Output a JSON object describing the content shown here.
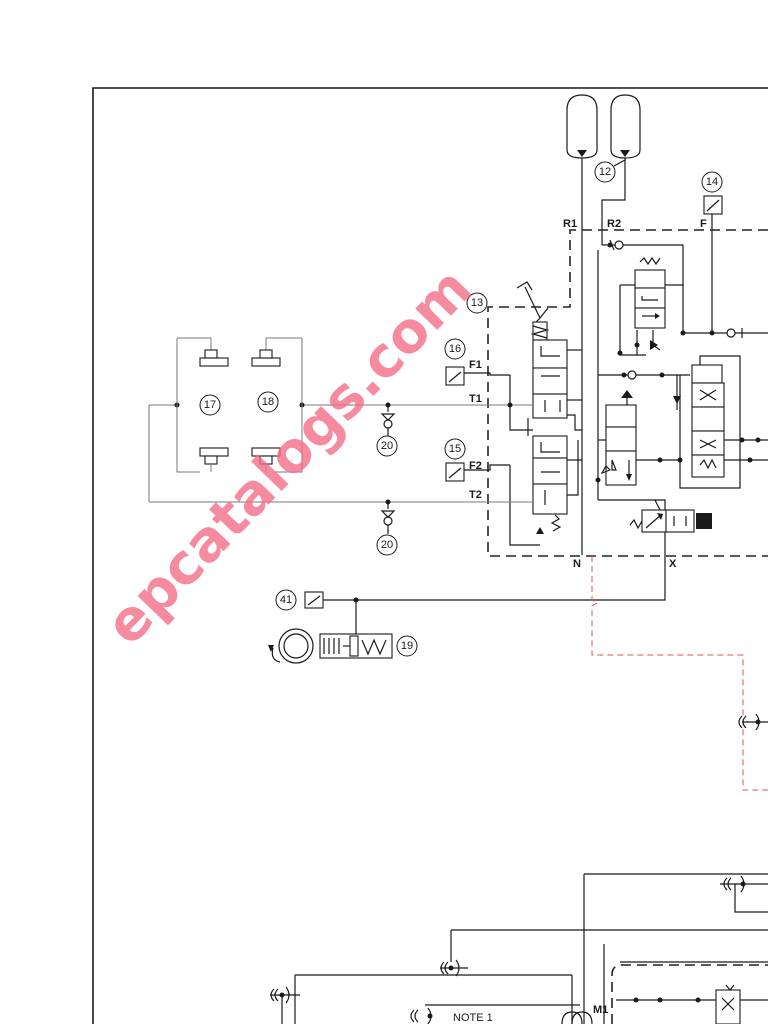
{
  "components": {
    "c12": "12",
    "c13": "13",
    "c14": "14",
    "c15": "15",
    "c16": "16",
    "c17": "17",
    "c18": "18",
    "c19": "19",
    "c20a": "20",
    "c20b": "20",
    "c41": "41"
  },
  "ports": {
    "r1": "R1",
    "r2": "R2",
    "f": "F",
    "f1": "F1",
    "f2": "F2",
    "t1": "T1",
    "t2": "T2",
    "n": "N",
    "x": "X",
    "m1": "M1"
  },
  "notes": {
    "note1": "NOTE 1"
  },
  "watermark": "epcatalogs.com",
  "colors": {
    "line": "#1a1a1a",
    "watermark": "#f46b86",
    "pilot_line": "#e0505a"
  }
}
